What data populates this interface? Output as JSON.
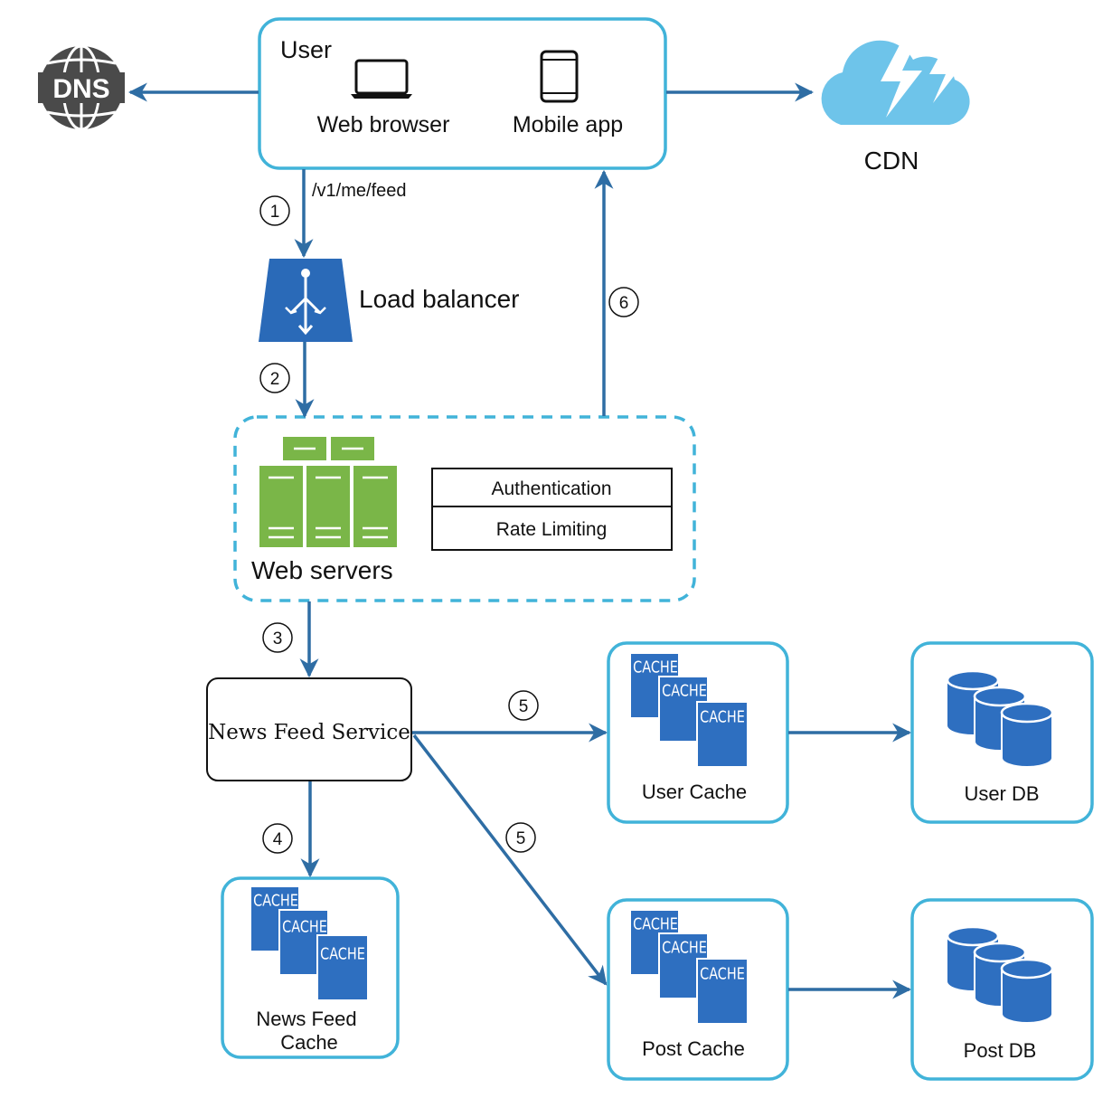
{
  "user": {
    "title": "User",
    "web_browser": "Web browser",
    "mobile_app": "Mobile app"
  },
  "dns": {
    "label": "DNS"
  },
  "cdn": {
    "label": "CDN"
  },
  "request_path": "/v1/me/feed",
  "load_balancer": {
    "label": "Load balancer"
  },
  "web_servers": {
    "label": "Web servers",
    "features": [
      "Authentication",
      "Rate Limiting"
    ]
  },
  "news_feed_service": {
    "label": "News Feed Service"
  },
  "news_feed_cache": {
    "label_line1": "News Feed",
    "label_line2": "Cache"
  },
  "user_cache": {
    "label": "User Cache"
  },
  "user_db": {
    "label": "User DB"
  },
  "post_cache": {
    "label": "Post Cache"
  },
  "post_db": {
    "label": "Post DB"
  },
  "cache_word": "CACHE",
  "steps": {
    "s1": "1",
    "s2": "2",
    "s3": "3",
    "s4": "4",
    "s5a": "5",
    "s5b": "5",
    "s6": "6"
  },
  "colors": {
    "arrow": "#2e6da4",
    "box_border": "#41b3d9",
    "cache_blue": "#2e6fc0",
    "server_green": "#7ab648",
    "cdn_blue": "#6ec4ea",
    "dns_gray": "#4a4a4a",
    "lb_blue": "#2a6ab8"
  },
  "icons": [
    "dns-globe-icon",
    "laptop-icon",
    "mobile-phone-icon",
    "cdn-cloud-icon",
    "load-balancer-icon",
    "server-rack-icon",
    "cache-stack-icon",
    "database-icon"
  ]
}
